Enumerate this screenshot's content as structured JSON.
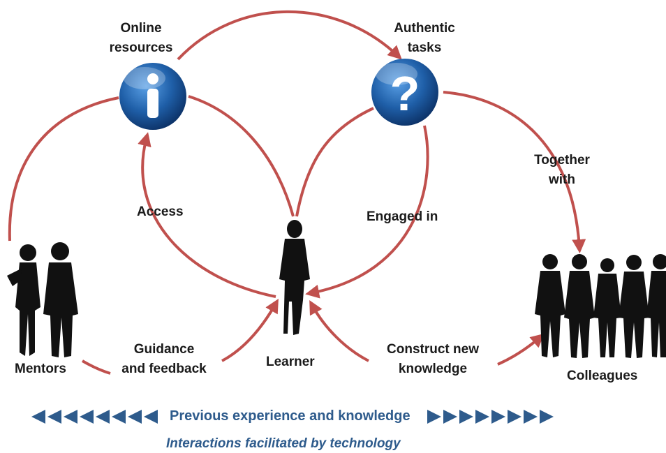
{
  "nodes": {
    "online_resources": {
      "line1": "Online",
      "line2": "resources",
      "icon": "info-icon"
    },
    "authentic_tasks": {
      "line1": "Authentic",
      "line2": "tasks",
      "icon": "question-icon"
    },
    "mentors": {
      "label": "Mentors"
    },
    "learner": {
      "label": "Learner"
    },
    "colleagues": {
      "label": "Colleagues"
    }
  },
  "edges": {
    "access": "Access",
    "engaged_in": "Engaged in",
    "together_line1": "Together",
    "together_line2": "with",
    "guidance_line1": "Guidance",
    "guidance_line2": "and feedback",
    "construct_line1": "Construct new",
    "construct_line2": "knowledge"
  },
  "footer": {
    "experience": "Previous experience and knowledge",
    "interactions": "Interactions facilitated by technology"
  },
  "colors": {
    "arrow": "#c0504d",
    "icon_blue": "#1f5fa8",
    "footer_text": "#2e5b8c",
    "silhouette": "#111111"
  }
}
